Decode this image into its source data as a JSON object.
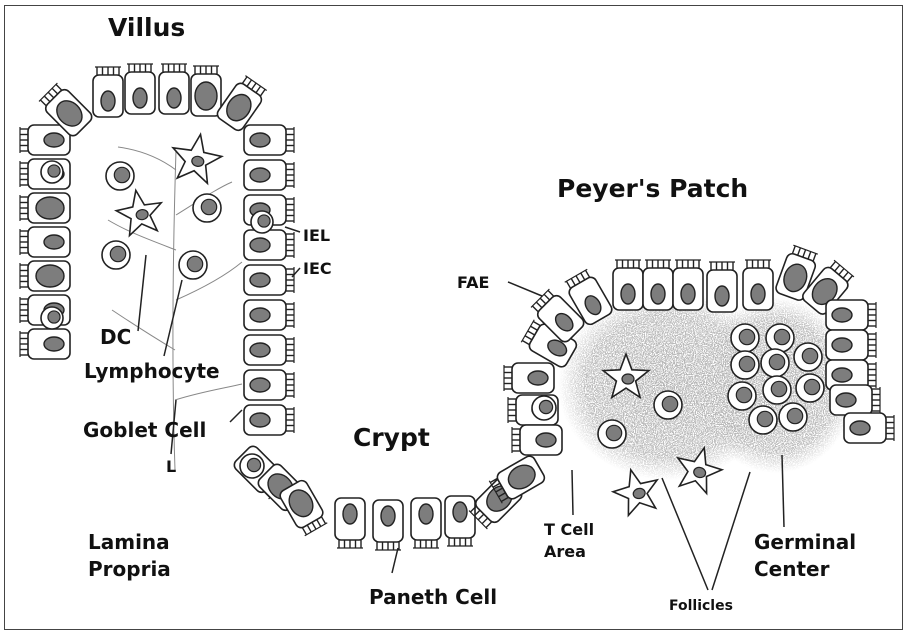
{
  "colors": {
    "outline": "#222222",
    "nucleus": "#7d7d7d",
    "cell_fill": "#ffffff",
    "stipple": "#b5b5b5"
  },
  "titles": {
    "villus": "Villus",
    "peyers_patch": "Peyer's Patch",
    "crypt": "Crypt"
  },
  "labels": {
    "iel": "IEL",
    "iec": "IEC",
    "fae": "FAE",
    "dc": "DC",
    "lymphocyte": "Lymphocyte",
    "goblet_cell": "Goblet Cell",
    "l": "L",
    "lamina_propria": [
      "Lamina",
      "Propria"
    ],
    "paneth_cell": "Paneth Cell",
    "t_cell_area": [
      "T Cell",
      "Area"
    ],
    "germinal_center": [
      "Germinal",
      "Center"
    ],
    "follicles": "Follicles"
  }
}
